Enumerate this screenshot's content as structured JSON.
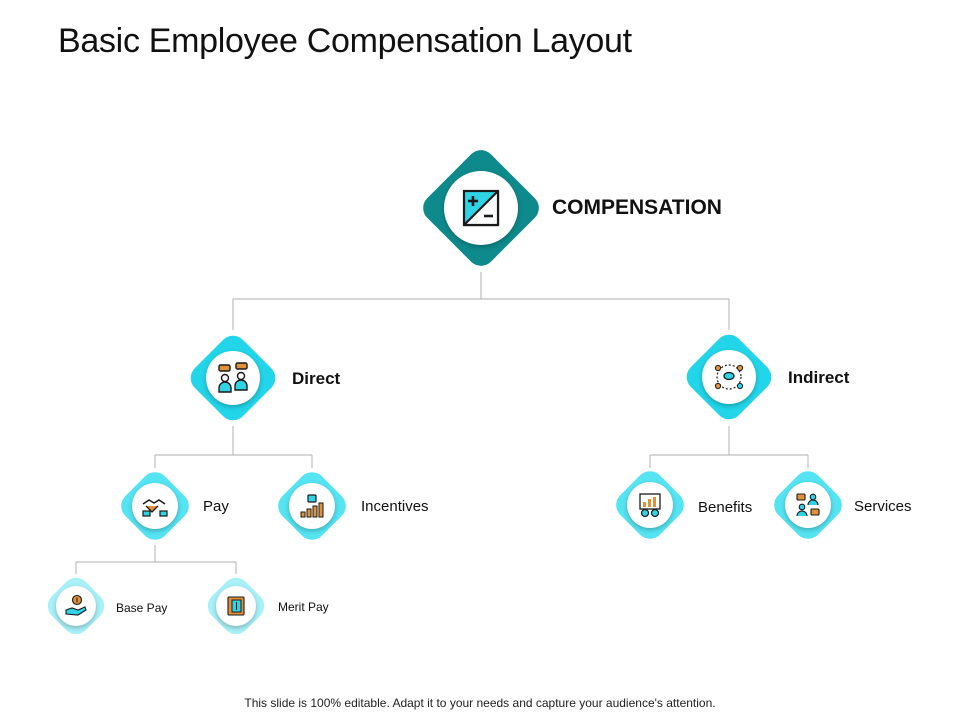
{
  "title": "Basic Employee Compensation Layout",
  "root": {
    "label": "COMPENSATION",
    "icon": "plus-minus-icon",
    "color": "#0E8A8C"
  },
  "level1": [
    {
      "label": "Direct",
      "icon": "people-chat-icon",
      "color": "#22D5E8"
    },
    {
      "label": "Indirect",
      "icon": "network-people-icon",
      "color": "#22D5E8"
    }
  ],
  "level2": [
    {
      "label": "Pay",
      "icon": "handshake-money-icon",
      "color": "#55E4F2"
    },
    {
      "label": "Incentives",
      "icon": "growth-chart-icon",
      "color": "#55E4F2"
    },
    {
      "label": "Benefits",
      "icon": "analytics-gear-icon",
      "color": "#55E4F2"
    },
    {
      "label": "Services",
      "icon": "team-service-icon",
      "color": "#55E4F2"
    }
  ],
  "level3": [
    {
      "label": "Base Pay",
      "icon": "coin-hand-icon",
      "color": "#A8F1F8"
    },
    {
      "label": "Merit Pay",
      "icon": "money-book-icon",
      "color": "#A8F1F8"
    }
  ],
  "footer": "This slide is 100% editable. Adapt it to your needs and capture your audience's attention."
}
